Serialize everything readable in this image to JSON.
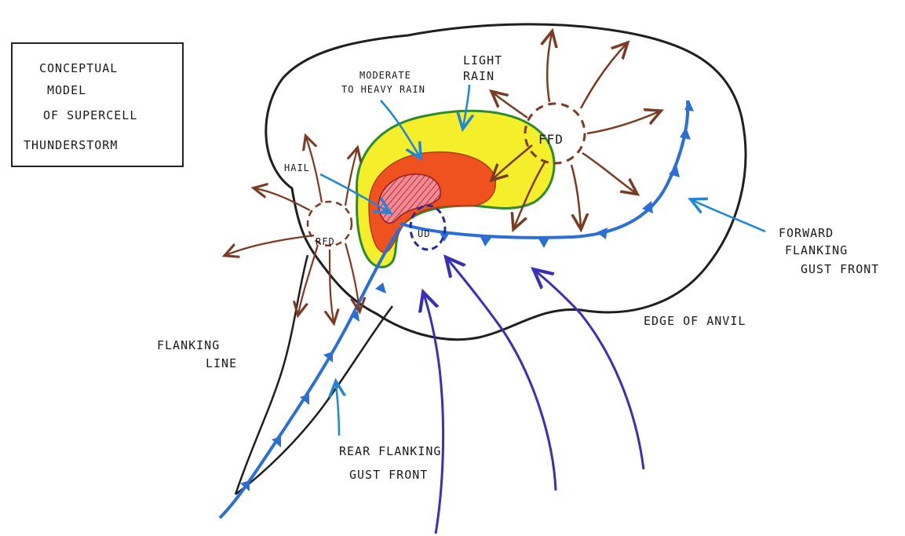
{
  "title_box": {
    "line1": "CONCEPTUAL",
    "line2": "MODEL",
    "line3": "OF SUPERCELL",
    "line4": "THUNDERSTORM"
  },
  "labels": {
    "moderate_heavy_1": "MODERATE",
    "moderate_heavy_2": "TO HEAVY RAIN",
    "light_rain_1": "LIGHT",
    "light_rain_2": "RAIN",
    "ffd": "FFD",
    "hail": "HAIL",
    "rfd": "RFD",
    "ud": "UD",
    "forward_1": "FORWARD",
    "forward_2": "FLANKING",
    "forward_3": "GUST FRONT",
    "edge_of_anvil": "EDGE OF ANVIL",
    "flanking_1": "FLANKING",
    "flanking_2": "LINE",
    "rear_1": "REAR FLANKING",
    "rear_2": "GUST FRONT"
  },
  "colors": {
    "anvil_outline": "#1f1f1f",
    "light_rain": "#f5ee2a",
    "light_rain_edge": "#2e8b2e",
    "moderate_rain": "#f0521f",
    "heavy_core": "#d65a6a",
    "gust_front": "#2b6fd6",
    "inflow": "#3a2fb8",
    "outflow": "#7a3b22",
    "label_pointer": "#1f86d8"
  }
}
